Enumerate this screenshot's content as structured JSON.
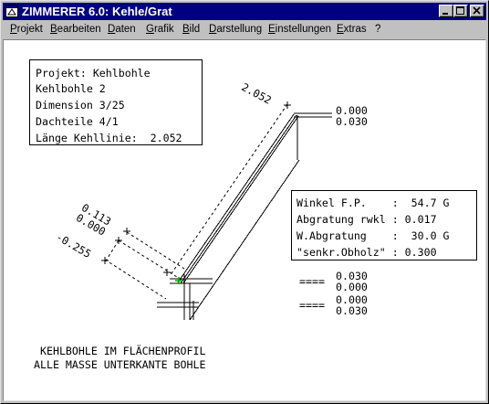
{
  "window": {
    "title": "ZIMMERER 6.0: Kehle/Grat"
  },
  "menu": {
    "items": [
      "Projekt",
      "Bearbeiten",
      "Daten",
      "Grafik",
      "Bild",
      "Darstellung",
      "Einstellungen",
      "Extras",
      "?"
    ]
  },
  "project_info": {
    "lines": [
      "Projekt: Kehlbohle",
      "Kehlbohle 2",
      "Dimension 3/25",
      "Dachteile 4/1",
      "Länge Kehllinie:  2.052"
    ]
  },
  "angle_info": {
    "lines": [
      "Winkel F.P.    :  54.7 G",
      "Abgratung rwkl : 0.017",
      "W.Abgratung    :  30.0 G",
      "\"senkr.Obholz\" : 0.300"
    ]
  },
  "dimensions": {
    "top_length": "2.052",
    "top_right_a": "0.000",
    "top_right_b": "0.030",
    "left_a": "0.113",
    "left_b": "0.000",
    "left_c": "-0.255",
    "lower_a_prefix": "====",
    "lower_a1": "0.030",
    "lower_a2": "0.000",
    "lower_b_prefix": "====",
    "lower_b1": "0.000",
    "lower_b2": "0.030"
  },
  "caption": {
    "line1": "KEHLBOHLE IM FLÄCHENPROFIL",
    "line2": "ALLE MASSE UNTERKANTE BOHLE"
  }
}
